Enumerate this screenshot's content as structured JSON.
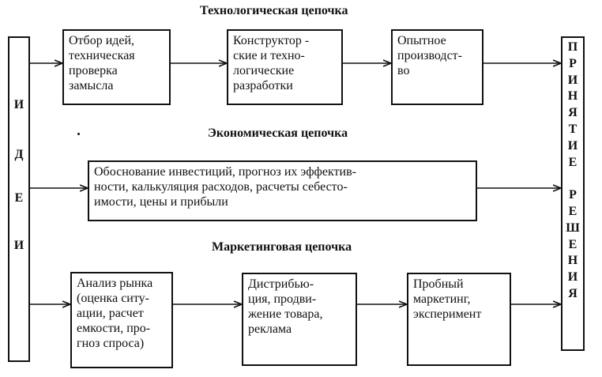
{
  "chains": {
    "tech": {
      "title": "Технологическая цепочка",
      "boxes": [
        [
          "Отбор идей,",
          "техническая",
          "проверка",
          "замысла"
        ],
        [
          "Конструктор -",
          "ские и техно-",
          "логические",
          "разработки"
        ],
        [
          "Опытное",
          "производст-",
          "во"
        ]
      ]
    },
    "econ": {
      "title": "Экономическая цепочка",
      "box": [
        "Обоснование инвестиций, прогноз их эффектив-",
        "ности, калькуляция расходов,  расчеты себесто-",
        "имости, цены и прибыли"
      ]
    },
    "market": {
      "title": "Маркетинговая цепочка",
      "boxes": [
        [
          "Анализ рынка",
          "(оценка ситу-",
          "ации,  расчет",
          "емкости, про-",
          "гноз спроса)"
        ],
        [
          "Дистрибью-",
          "ция, продви-",
          "жение товара,",
          "реклама"
        ],
        [
          "Пробный",
          "маркетинг,",
          "эксперимент"
        ]
      ]
    }
  },
  "ideas_label": [
    "И",
    "Д",
    "Е",
    "И"
  ],
  "decision_label": [
    "П",
    "Р",
    "И",
    "Н",
    "Я",
    "Т",
    "И",
    "Е",
    "",
    "Р",
    "Е",
    "Ш",
    "Е",
    "Н",
    "И",
    "Я"
  ]
}
